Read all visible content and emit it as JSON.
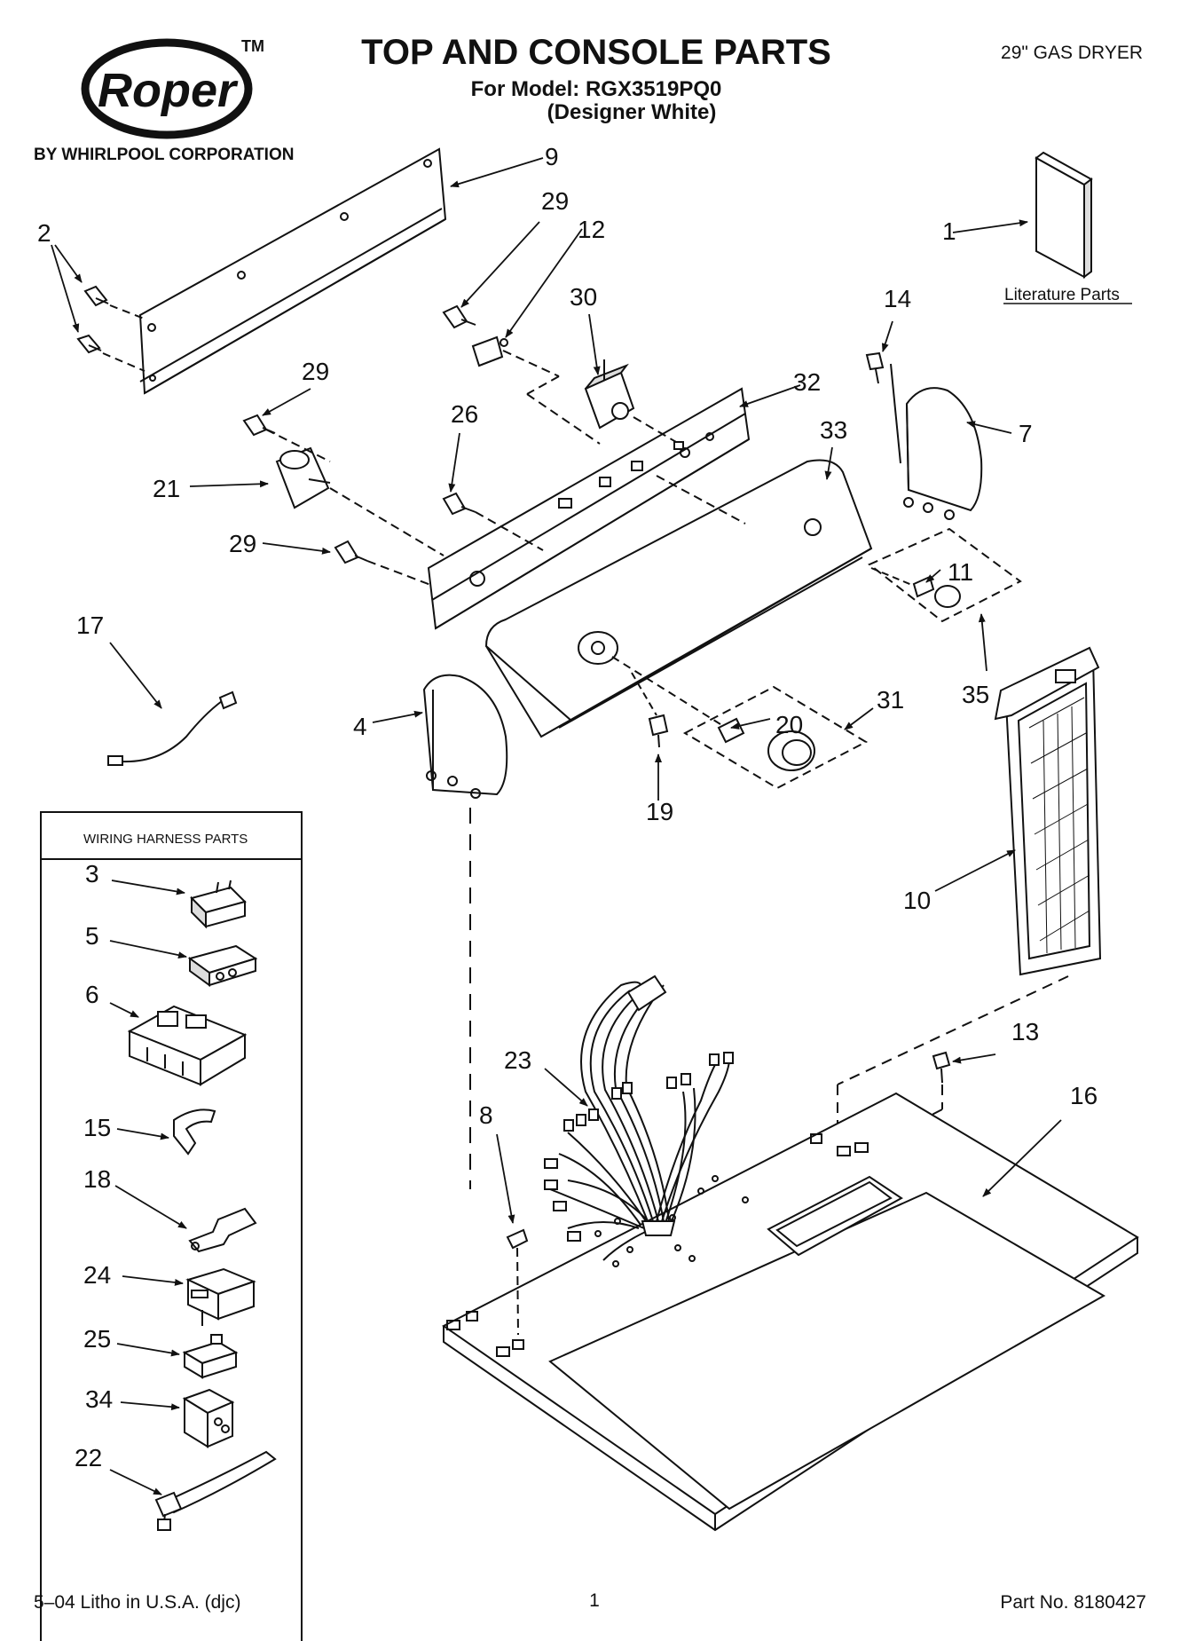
{
  "header": {
    "brand": "Roper",
    "trademark": "TM",
    "byline": "BY WHIRLPOOL CORPORATION",
    "title": "TOP AND CONSOLE PARTS",
    "model_line": "For Model: RGX3519PQ0",
    "model_variant": "(Designer White)",
    "product": "29\" GAS DRYER"
  },
  "literature_label": "Literature Parts",
  "wiring_box_title": "WIRING HARNESS PARTS",
  "callouts": {
    "c1": "1",
    "c2": "2",
    "c3": "3",
    "c4": "4",
    "c5": "5",
    "c6": "6",
    "c7": "7",
    "c8": "8",
    "c9": "9",
    "c10": "10",
    "c11": "11",
    "c12": "12",
    "c13": "13",
    "c14": "14",
    "c15": "15",
    "c16": "16",
    "c17": "17",
    "c18": "18",
    "c19": "19",
    "c20": "20",
    "c21": "21",
    "c22": "22",
    "c23": "23",
    "c24": "24",
    "c25": "25",
    "c26": "26",
    "c29": "29",
    "c30": "30",
    "c31": "31",
    "c32": "32",
    "c33": "33",
    "c34": "34",
    "c35": "35"
  },
  "footer": {
    "litho": "5–04 Litho in U.S.A. (djc)",
    "page": "1",
    "part_no": "Part No. 8180427"
  }
}
